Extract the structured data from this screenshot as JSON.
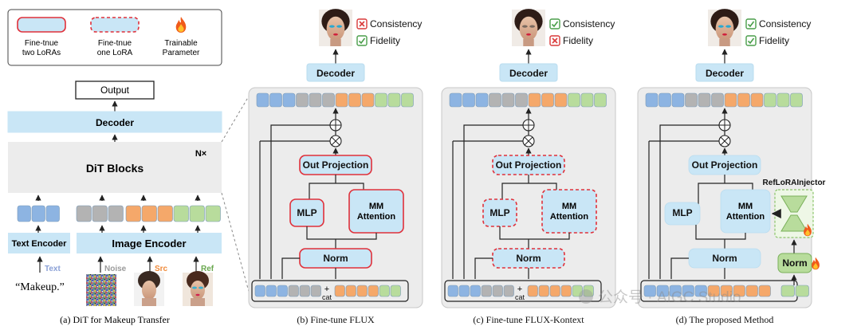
{
  "legend": {
    "two_loras": "Fine-tnue two LoRAs",
    "one_lora": "Fine-tnue one LoRA",
    "trainable": "Trainable Parameter"
  },
  "panel_a": {
    "output": "Output",
    "decoder": "Decoder",
    "dit_blocks": "DiT Blocks",
    "repeat": "N×",
    "text_encoder": "Text Encoder",
    "image_encoder": "Image Encoder",
    "input_text": "Text",
    "input_noise": "Noise",
    "input_src": "Src",
    "input_ref": "Ref",
    "prompt": "“Makeup.”",
    "caption": "(a) DiT for Makeup Transfer"
  },
  "panel_b": {
    "decoder": "Decoder",
    "out_projection": "Out Projection",
    "mlp": "MLP",
    "mm_attention": "MM Attention",
    "norm": "Norm",
    "cat": "cat",
    "consistency": "Consistency",
    "fidelity": "Fidelity",
    "consistency_ok": false,
    "fidelity_ok": true,
    "caption": "(b) Fine-tune FLUX"
  },
  "panel_c": {
    "decoder": "Decoder",
    "out_projection": "Out Projection",
    "mlp": "MLP",
    "mm_attention": "MM Attention",
    "norm": "Norm",
    "cat": "cat",
    "consistency": "Consistency",
    "fidelity": "Fidelity",
    "consistency_ok": true,
    "fidelity_ok": false,
    "caption": "(c) Fine-tune FLUX-Kontext"
  },
  "panel_d": {
    "decoder": "Decoder",
    "out_projection": "Out Projection",
    "mlp": "MLP",
    "mm_attention": "MM Attention",
    "norm": "Norm",
    "injector": "RefLoRAInjector",
    "injector_norm": "Norm",
    "consistency": "Consistency",
    "fidelity": "Fidelity",
    "consistency_ok": true,
    "fidelity_ok": true,
    "caption": "(d) The proposed Method"
  },
  "watermark": "公众号 · AIGC Studio",
  "colors": {
    "box_fill": "#c9e6f6",
    "box_stroke": "#7fb3d5",
    "lora_red": "#e0303a",
    "panel_bg": "#ececec",
    "tok_blue": "#8db4e2",
    "tok_gray": "#b3b3b3",
    "tok_orange": "#f5a86a",
    "tok_green": "#b8dc9c",
    "ok_green": "#4a9e4a",
    "bad_red": "#d93a3a",
    "flame": "#f05a1a"
  }
}
